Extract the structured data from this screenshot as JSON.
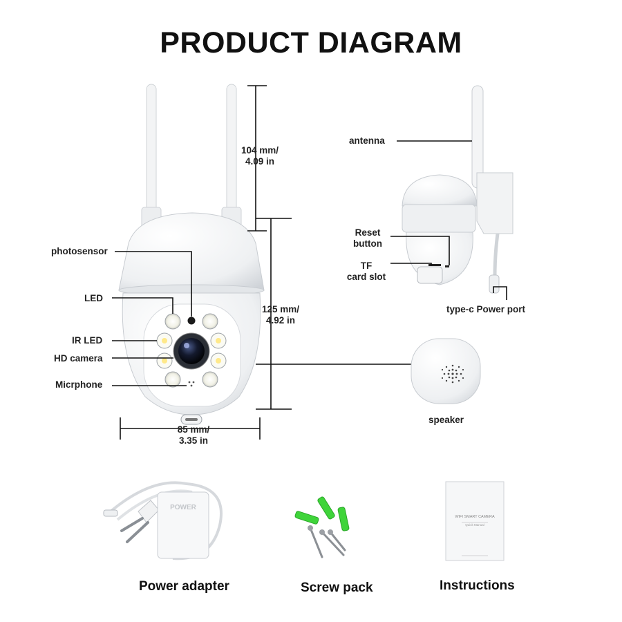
{
  "title": "PRODUCT DIAGRAM",
  "labels": {
    "photosensor": "photosensor",
    "led": "LED",
    "ir_led": "IR LED",
    "hd_camera": "HD camera",
    "microphone": "Micrphone",
    "antenna": "antenna",
    "reset_button": [
      "Reset",
      "button"
    ],
    "tf_card_slot": [
      "TF",
      "card slot"
    ],
    "type_c_port": "type-c Power port",
    "speaker": "speaker"
  },
  "dimensions": {
    "antenna_height": [
      "104 mm/",
      "4.09 in"
    ],
    "body_height": [
      "125 mm/",
      "4.92 in"
    ],
    "body_width": [
      "85 mm/",
      "3.35 in"
    ]
  },
  "accessories": {
    "power_adapter": "Power adapter",
    "screw_pack": "Screw pack",
    "instructions": "Instructions"
  },
  "adapter_print": "POWER",
  "manual_text": {
    "title": "WIFI SMART CAMERA",
    "line": "Quick Manual"
  },
  "colors": {
    "anchor_green": "#3fd43a",
    "line": "#111111",
    "body": "#f4f5f6"
  }
}
